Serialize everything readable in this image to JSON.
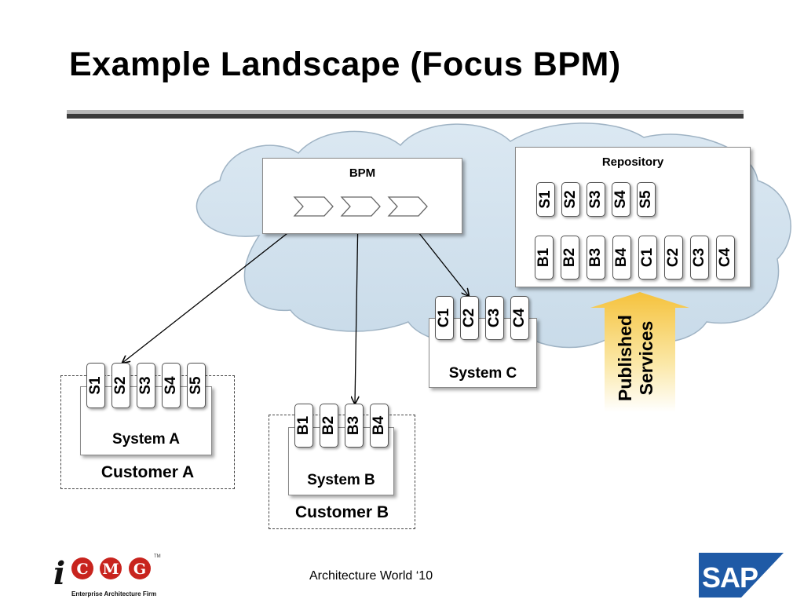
{
  "title": "Example Landscape (Focus BPM)",
  "bpm": {
    "label": "BPM",
    "steps": 3
  },
  "repository": {
    "label": "Repository",
    "row1": [
      "S1",
      "S2",
      "S3",
      "S4",
      "S5"
    ],
    "row2": [
      "B1",
      "B2",
      "B3",
      "B4",
      "C1",
      "C2",
      "C3",
      "C4"
    ]
  },
  "system_a": {
    "label": "System A",
    "services": [
      "S1",
      "S2",
      "S3",
      "S4",
      "S5"
    ],
    "customer": "Customer A"
  },
  "system_b": {
    "label": "System B",
    "services": [
      "B1",
      "B2",
      "B3",
      "B4"
    ],
    "customer": "Customer B"
  },
  "system_c": {
    "label": "System C",
    "services": [
      "C1",
      "C2",
      "C3",
      "C4"
    ]
  },
  "published_services": "Published\nServices",
  "footer": "Architecture World ‘10",
  "logos": {
    "icmg": {
      "letters": [
        "i",
        "C",
        "M",
        "G"
      ],
      "tagline": "Enterprise Architecture Firm",
      "tm": "TM"
    },
    "sap": "SAP"
  },
  "colors": {
    "cloud": "#d3e2ee",
    "arrow": "#f5c84a",
    "icmg_red": "#c8241e",
    "sap_blue": "#1f5aa6"
  }
}
